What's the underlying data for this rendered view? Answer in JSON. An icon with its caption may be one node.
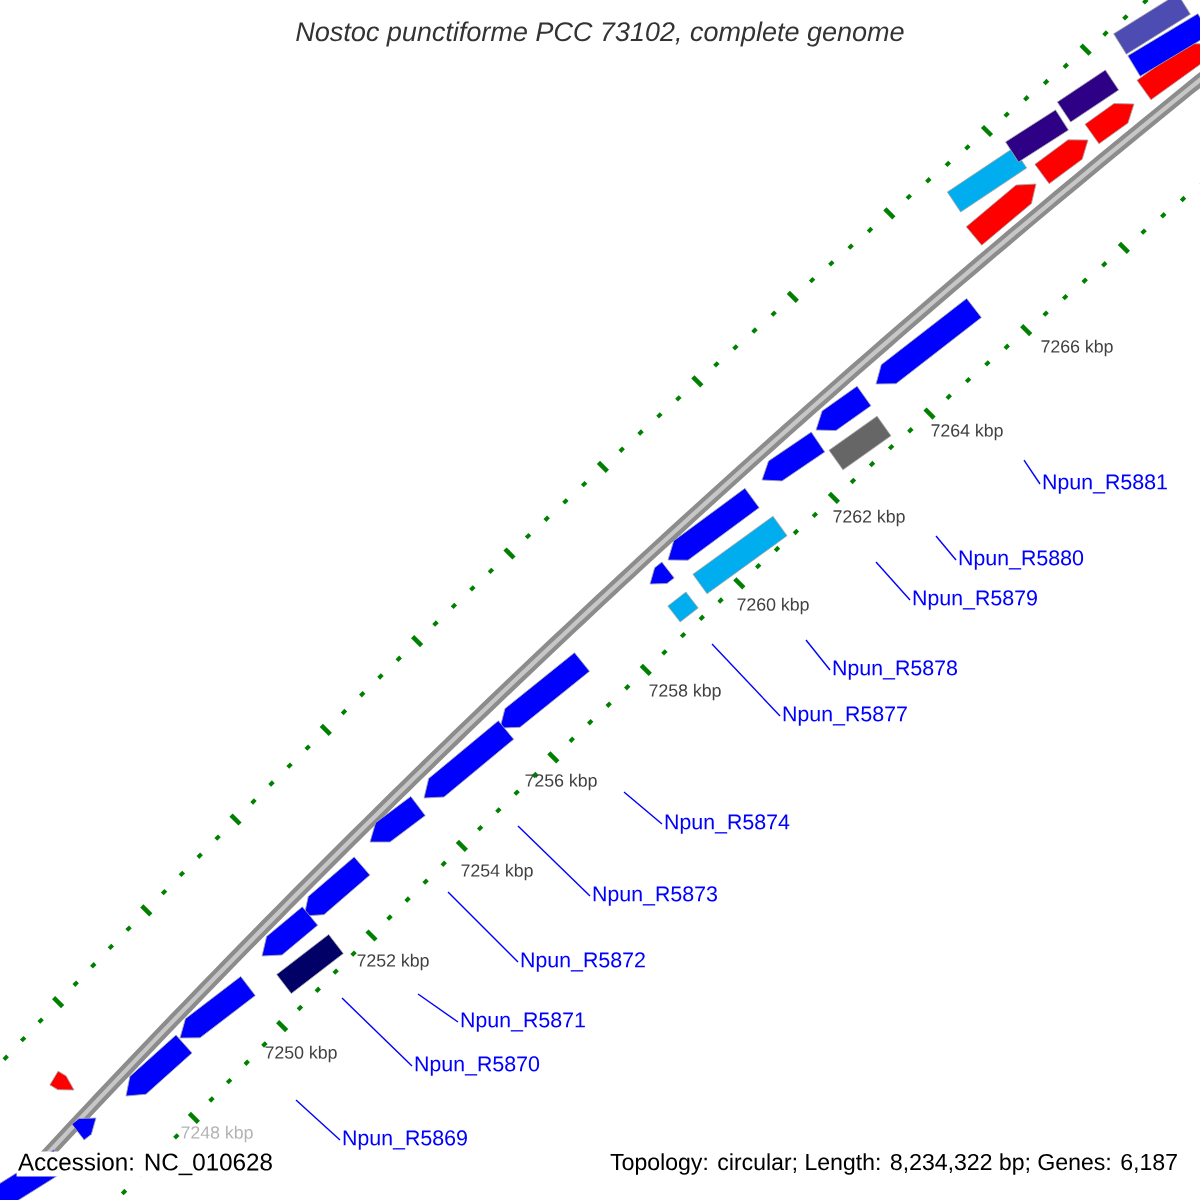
{
  "diagram": {
    "title": "Nostoc punctiforme PCC 73102, complete genome",
    "nodes": [
      {
        "text": [
          "Npun_R5881"
        ]
      },
      {
        "text": [
          "Npun_R5880"
        ]
      },
      {
        "text": [
          "Npun_R5879"
        ]
      },
      {
        "text": [
          "Npun_R5878"
        ]
      },
      {
        "text": [
          "Npun_R5877"
        ]
      },
      {
        "text": [
          "Npun_R5874"
        ]
      },
      {
        "text": [
          "Npun_R5873"
        ]
      },
      {
        "text": [
          "Npun_R5872"
        ]
      },
      {
        "text": [
          "Npun_R5871"
        ]
      },
      {
        "text": [
          "Npun_R5870"
        ]
      },
      {
        "text": [
          "Npun_R5869"
        ]
      }
    ],
    "edges": [
      {
        "from": 0,
        "to": null,
        "arrow": "none"
      },
      {
        "from": 1,
        "to": null,
        "arrow": "none"
      },
      {
        "from": 2,
        "to": null,
        "arrow": "none"
      },
      {
        "from": 3,
        "to": null,
        "arrow": "none"
      },
      {
        "from": 4,
        "to": null,
        "arrow": "none"
      },
      {
        "from": 5,
        "to": null,
        "arrow": "none"
      },
      {
        "from": 6,
        "to": null,
        "arrow": "none"
      },
      {
        "from": 7,
        "to": null,
        "arrow": "none"
      },
      {
        "from": 8,
        "to": null,
        "arrow": "none"
      },
      {
        "from": 9,
        "to": null,
        "arrow": "none"
      },
      {
        "from": 10,
        "to": null,
        "arrow": "none"
      }
    ],
    "labels": [
      "7266 kbp",
      "7264 kbp",
      "7262 kbp",
      "7260 kbp",
      "7258 kbp",
      "7256 kbp",
      "7254 kbp",
      "7252 kbp",
      "7250 kbp",
      "7248 kbp",
      "Accession: NC_010628",
      "Topology: circular; Length: 8,234,322 bp; Genes: 6,187"
    ]
  }
}
